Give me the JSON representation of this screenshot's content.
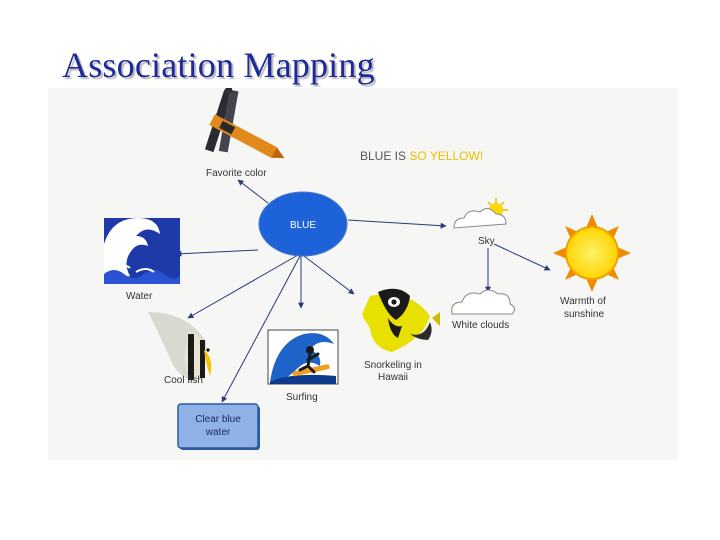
{
  "title": "Association Mapping",
  "headline": {
    "part1": "BLUE IS ",
    "part2": "SO YELLOW!",
    "color1": "#555555",
    "color2": "#e8c000"
  },
  "center": {
    "label": "BLUE",
    "color": "#1d62d8"
  },
  "nodes": {
    "favorite_color": "Favorite color",
    "sky": "Sky",
    "warmth_line1": "Warmth of",
    "warmth_line2": "sunshine",
    "white_clouds": "White clouds",
    "water": "Water",
    "cool_fish": "Cool fish",
    "surfing": "Surfing",
    "snorkeling_line1": "Snorkeling in",
    "snorkeling_line2": "Hawaii",
    "clear_water_line1": "Clear blue",
    "clear_water_line2": "water"
  },
  "icons": [
    "crayons-icon",
    "sun-cloud-icon",
    "sun-icon",
    "cloud-icon",
    "wave-icon",
    "angelfish-icon",
    "surfer-icon",
    "tropical-fish-icon"
  ]
}
